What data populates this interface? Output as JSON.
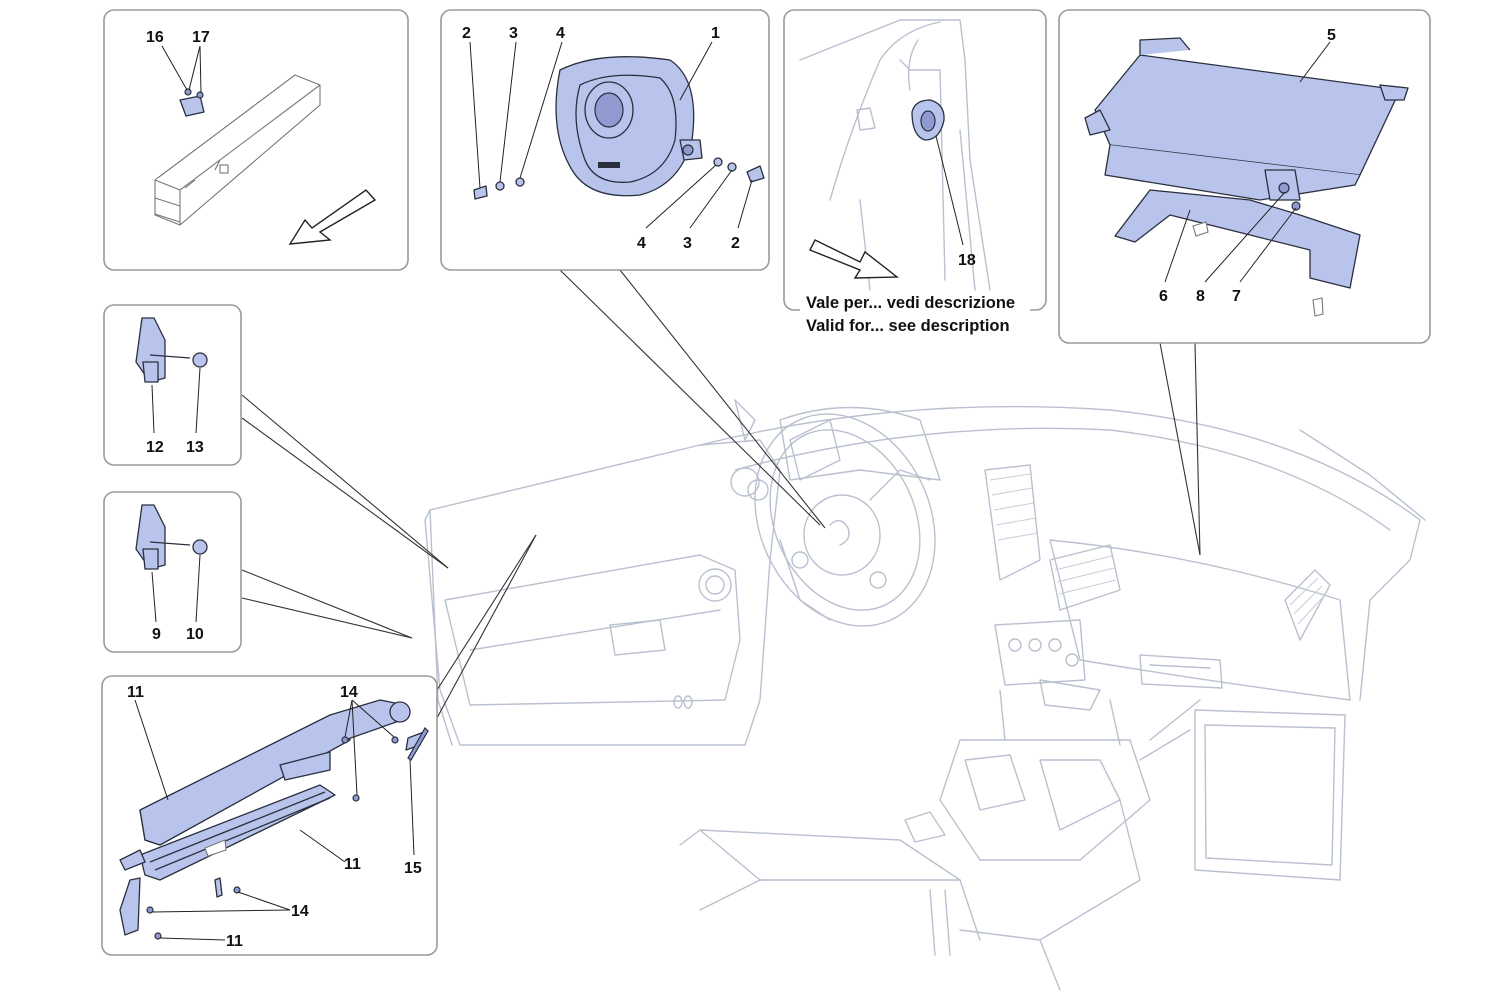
{
  "callouts": {
    "c1": "1",
    "c2a": "2",
    "c2b": "2",
    "c3a": "3",
    "c3b": "3",
    "c4a": "4",
    "c4b": "4",
    "c5": "5",
    "c6": "6",
    "c7": "7",
    "c8": "8",
    "c9": "9",
    "c10": "10",
    "c11a": "11",
    "c11b": "11",
    "c11c": "11",
    "c12": "12",
    "c13": "13",
    "c14a": "14",
    "c14b": "14",
    "c15": "15",
    "c16": "16",
    "c17": "17",
    "c18": "18"
  },
  "notes": {
    "line_it": "Vale per... vedi descrizione",
    "line_en": "Valid for... see description"
  },
  "colors": {
    "part_fill": "#b9c4ec",
    "car_line": "#b9c0cf",
    "panel_border": "#9a9a9a"
  }
}
